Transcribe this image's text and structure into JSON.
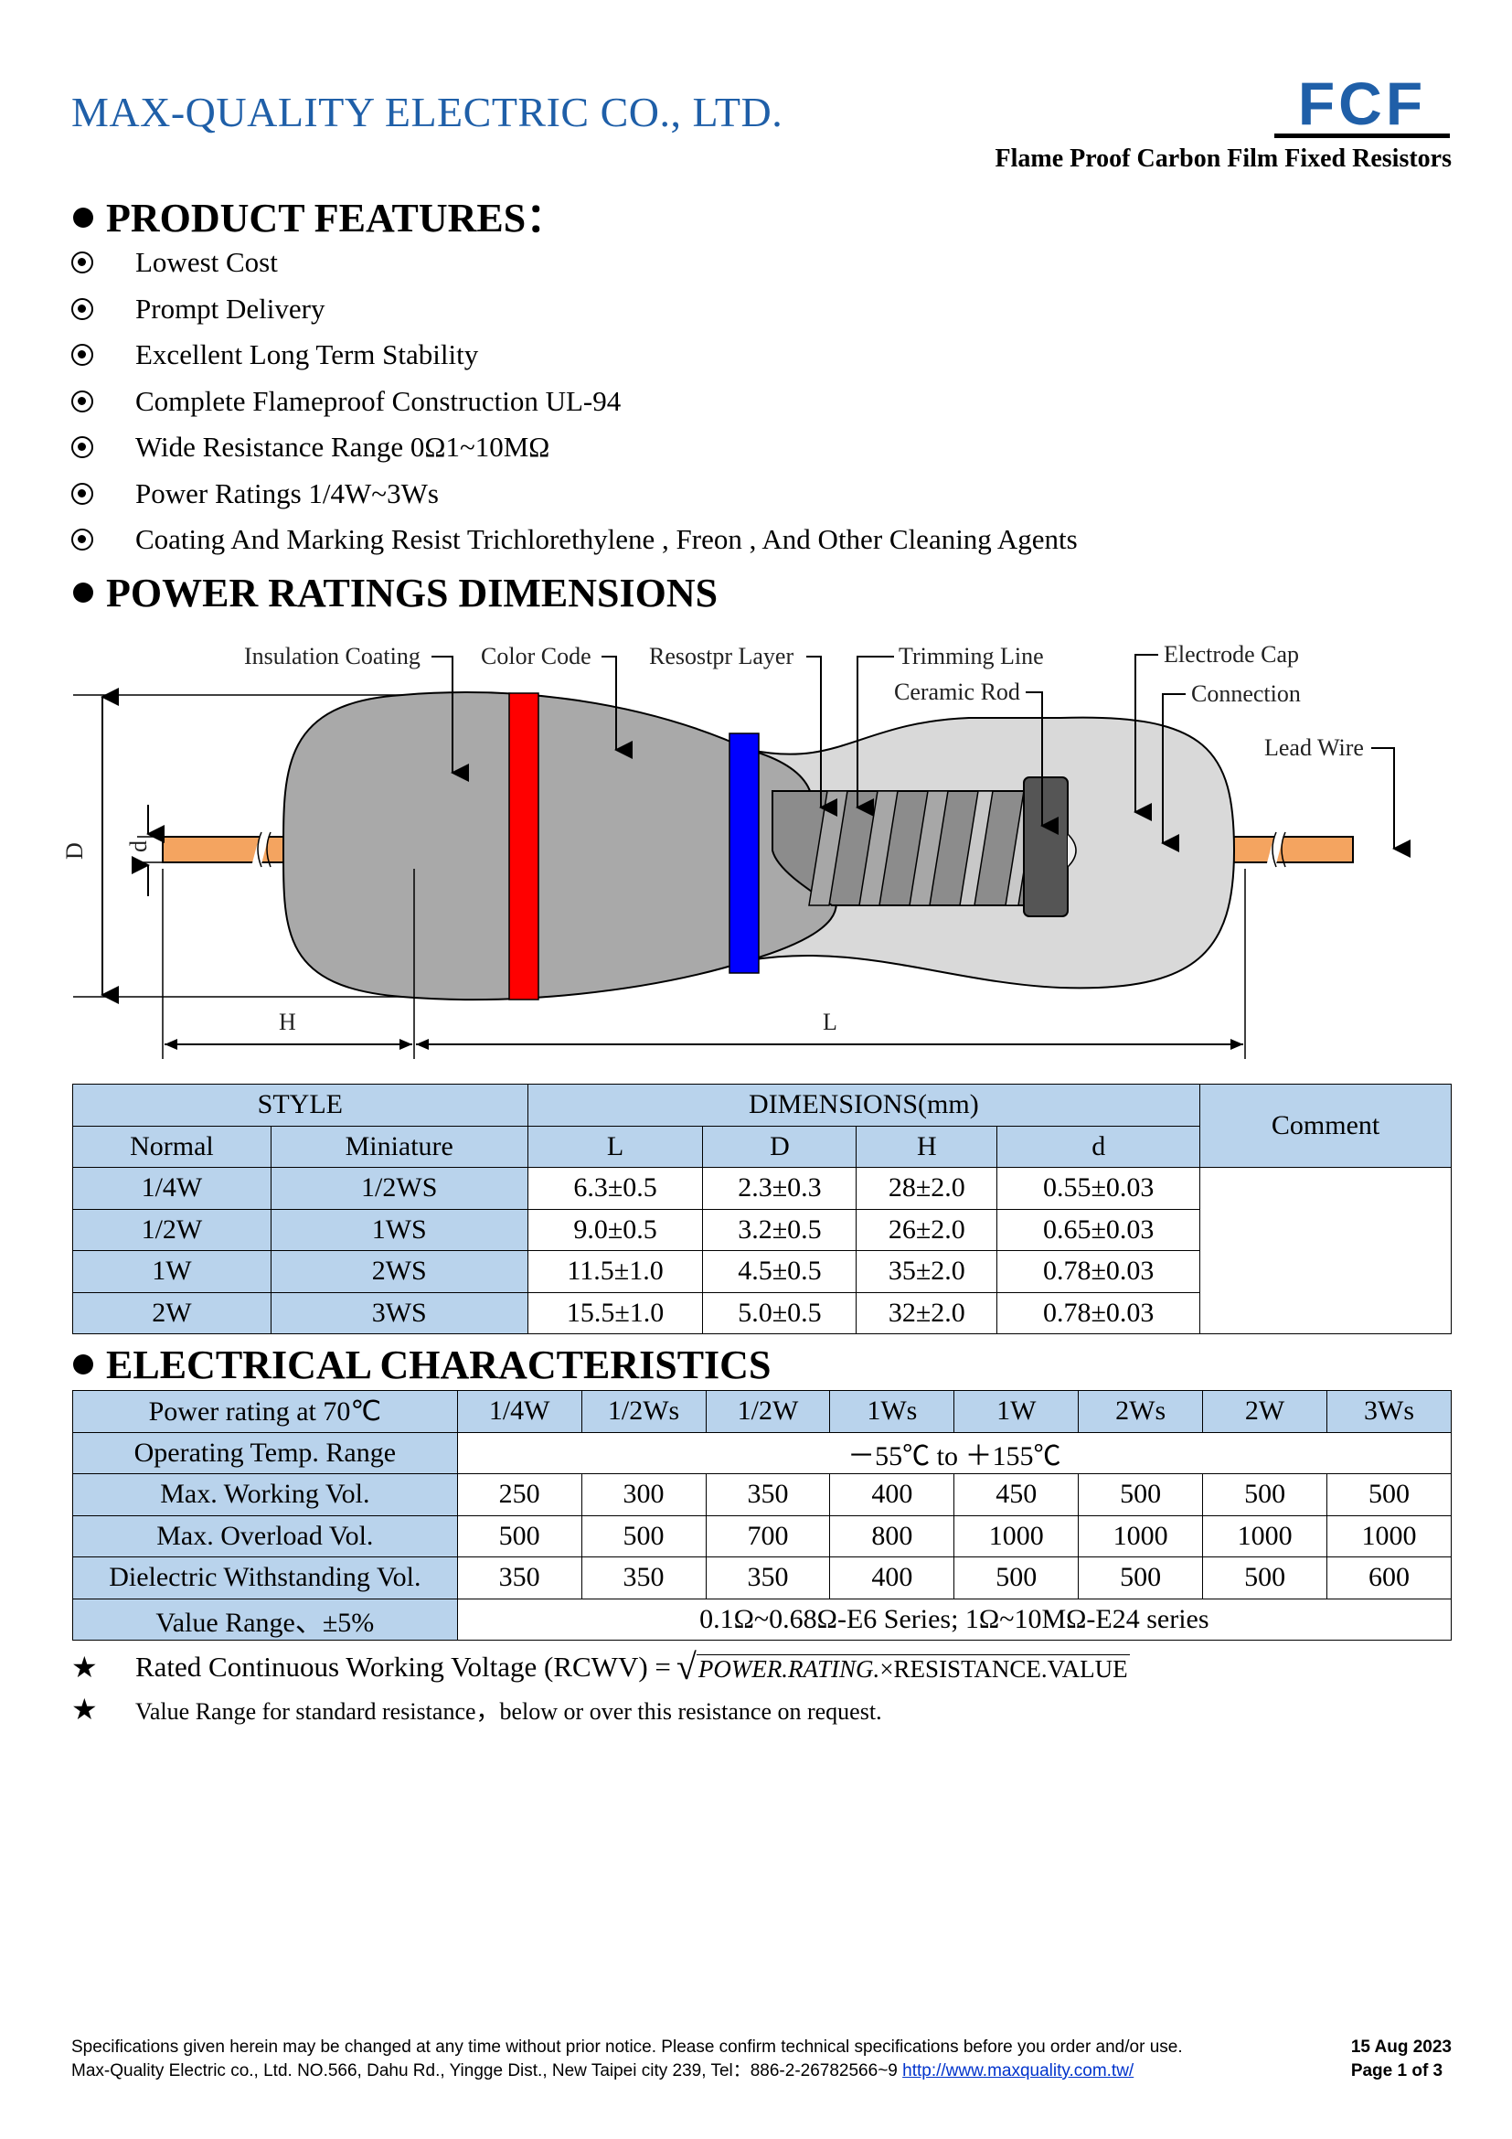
{
  "header": {
    "company": "MAX-QUALITY ELECTRIC CO., LTD.",
    "logo": "FCF",
    "subtitle": "Flame Proof Carbon Film Fixed Resistors"
  },
  "features": {
    "heading": "PRODUCT FEATURES：",
    "items": [
      "Lowest Cost",
      "Prompt Delivery",
      "Excellent Long Term Stability",
      "Complete Flameproof Construction UL-94",
      "Wide Resistance Range 0Ω1~10MΩ",
      "Power Ratings 1/4W~3Ws",
      "Coating And Marking Resist Trichlorethylene , Freon , And Other Cleaning Agents"
    ]
  },
  "dimensions_section": {
    "heading": "POWER RATINGS DIMENSIONS",
    "diagram_labels": {
      "insulation": "Insulation Coating",
      "color_code": "Color Code",
      "resistor_layer": "Resostpr Layer",
      "trimming": "Trimming Line",
      "ceramic": "Ceramic Rod",
      "electrode": "Electrode Cap",
      "connection": "Connection",
      "lead": "Lead Wire",
      "D": "D",
      "d": "d",
      "H": "H",
      "L": "L"
    },
    "colors": {
      "coating": "#a9a9a9",
      "inner": "#d9d9d9",
      "band1": "#ff0000",
      "band2": "#0000ff",
      "lead": "#f4a460",
      "header_bg": "#b9d3ec"
    },
    "table": {
      "style": "STYLE",
      "dimensions": "DIMENSIONS(mm)",
      "comment": "Comment",
      "subheaders": [
        "Normal",
        "Miniature",
        "L",
        "D",
        "H",
        "d"
      ],
      "rows": [
        [
          "1/4W",
          "1/2WS",
          "6.3±0.5",
          "2.3±0.3",
          "28±2.0",
          "0.55±0.03"
        ],
        [
          "1/2W",
          "1WS",
          "9.0±0.5",
          "3.2±0.5",
          "26±2.0",
          "0.65±0.03"
        ],
        [
          "1W",
          "2WS",
          "11.5±1.0",
          "4.5±0.5",
          "35±2.0",
          "0.78±0.03"
        ],
        [
          "2W",
          "3WS",
          "15.5±1.0",
          "5.0±0.5",
          "32±2.0",
          "0.78±0.03"
        ]
      ]
    }
  },
  "electrical": {
    "heading": "ELECTRICAL CHARACTERISTICS",
    "power_label": "Power rating at 70℃",
    "power_values": [
      "1/4W",
      "1/2Ws",
      "1/2W",
      "1Ws",
      "1W",
      "2Ws",
      "2W",
      "3Ws"
    ],
    "temp_label": "Operating Temp. Range",
    "temp_value": "－55℃  to  ＋155℃",
    "working_label": "Max. Working Vol.",
    "working_values": [
      "250",
      "300",
      "350",
      "400",
      "450",
      "500",
      "500",
      "500"
    ],
    "overload_label": "Max. Overload Vol.",
    "overload_values": [
      "500",
      "500",
      "700",
      "800",
      "1000",
      "1000",
      "1000",
      "1000"
    ],
    "dielectric_label": "Dielectric Withstanding Vol.",
    "dielectric_values": [
      "350",
      "350",
      "350",
      "400",
      "500",
      "500",
      "500",
      "600"
    ],
    "range_label": "Value Range、±5%",
    "range_value": "0.1Ω~0.68Ω-E6 Series; 1Ω~10MΩ-E24 series"
  },
  "notes": {
    "rcwv_text": "Rated Continuous Working Voltage (RCWV) =",
    "formula_a": "POWER.RATING.",
    "formula_x": "×",
    "formula_b": "RESISTANCE.VALUE",
    "value_note": "Value Range for standard resistance，below or over this resistance on request."
  },
  "footer": {
    "line1": "Specifications given herein may be changed at any time without prior notice. Please confirm technical specifications before you order and/or use.",
    "line2": "Max-Quality Electric co., Ltd. NO.566, Dahu Rd., Yingge Dist., New Taipei city 239, Tel：886-2-26782566~9",
    "url": "http://www.maxquality.com.tw/",
    "date": "15 Aug 2023",
    "page": "Page   1  of   3"
  }
}
